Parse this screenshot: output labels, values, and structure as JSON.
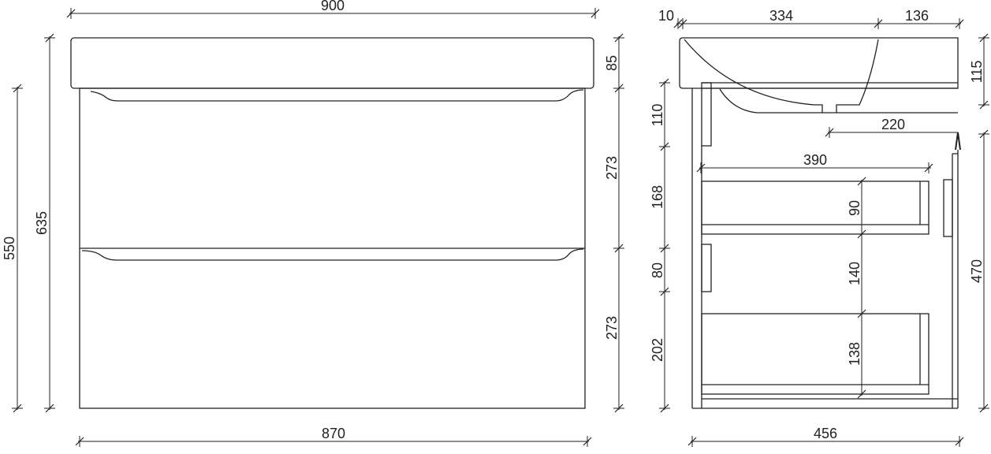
{
  "front_view": {
    "width_top": "900",
    "width_bottom": "870",
    "height_cabinet": "550",
    "height_total": "635",
    "basin_height": "85",
    "drawer_upper": "273",
    "drawer_lower": "273"
  },
  "side_view": {
    "offset": "10",
    "bowl_width": "334",
    "rear": "136",
    "basin_height": "115",
    "drain_offset": "220",
    "drawer_depth": "390",
    "drawer1_height": "90",
    "drawer_gap": "140",
    "drawer2_height": "138",
    "front_top": "110",
    "front_upper": "168",
    "front_gap": "80",
    "front_lower": "202",
    "cabinet_height": "470",
    "depth": "456"
  }
}
